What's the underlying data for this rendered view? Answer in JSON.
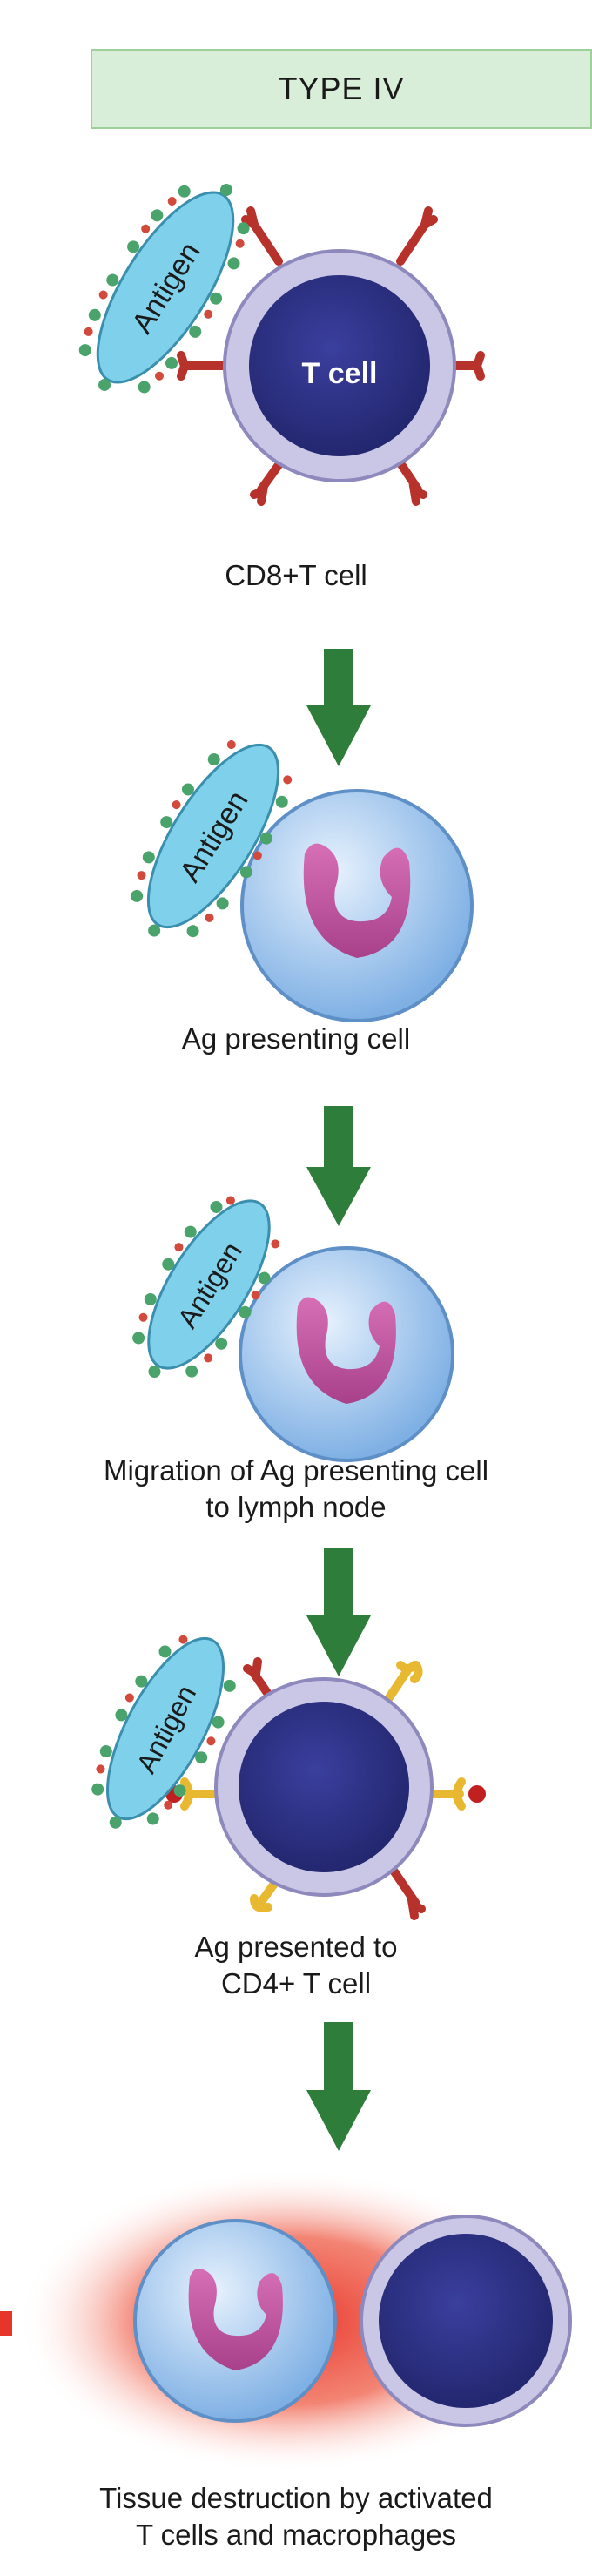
{
  "header": {
    "title": "TYPE IV"
  },
  "labels": {
    "antigen": "Antigen",
    "t_cell_inner": "T cell"
  },
  "steps": [
    {
      "caption": "CD8+T cell"
    },
    {
      "caption": "Ag presenting cell"
    },
    {
      "caption_line1": "Migration of Ag presenting cell",
      "caption_line2": "to lymph node"
    },
    {
      "caption_line1": "Ag presented to",
      "caption_line2": "CD4+ T cell"
    },
    {
      "caption_line1": "Tissue destruction by activated",
      "caption_line2": "T cells and macrophages"
    }
  ],
  "colors": {
    "header_bg": "#d9eed8",
    "arrow": "#2f7d3a",
    "t_cell": "#2a2e86",
    "cell_ring": "#c9c6e6",
    "apc_body": "#9dc4ee",
    "nucleus": "#c24f9e",
    "receptor_red": "#b8322c",
    "receptor_yellow": "#e8b830",
    "antigen_body": "#7fd0ea",
    "inflammation": "#e8352a"
  }
}
